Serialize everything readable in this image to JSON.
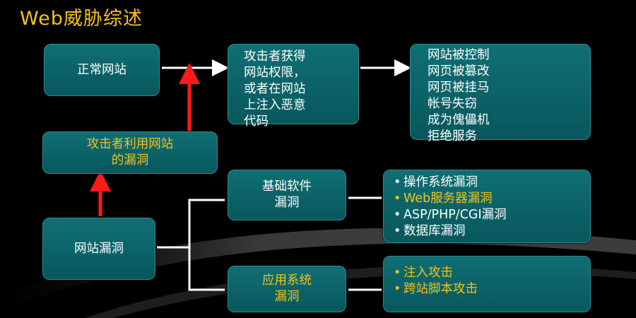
{
  "title": "Web威胁综述",
  "normal_site": "正常网站",
  "attacker_gains": [
    "攻击者获得",
    "网站权限，",
    "或者在网站",
    "上注入恶意",
    "代码"
  ],
  "consequences": [
    "网站被控制",
    "网页被篡改",
    "网页被挂马",
    "帐号失窃",
    "成为傀儡机",
    "拒绝服务"
  ],
  "attacker_uses": [
    "攻击者利用网站",
    "的漏洞"
  ],
  "site_vuln": "网站漏洞",
  "base_software": [
    "基础软件",
    "漏洞"
  ],
  "base_items": [
    "操作系统漏洞",
    "Web服务器漏洞",
    "ASP/PHP/CGI漏洞",
    "数据库漏洞"
  ],
  "app_system": [
    "应用系统",
    "漏洞"
  ],
  "app_items": [
    "注入攻击",
    "跨站脚本攻击"
  ],
  "bullet": "•",
  "colors": {
    "accent_yellow": "#f2c21a",
    "box_teal": "#0b6468",
    "arrow_red": "#ff1a1a",
    "line_white": "#ffffff"
  }
}
